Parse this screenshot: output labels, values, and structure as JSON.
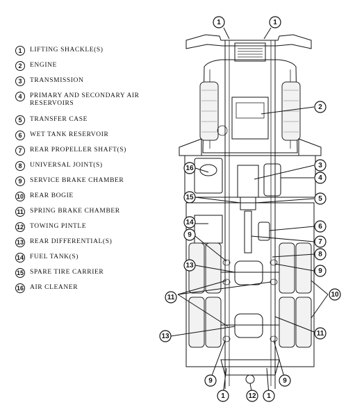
{
  "legend": [
    {
      "num": "1",
      "label": "LIFTING SHACKLE(S)"
    },
    {
      "num": "2",
      "label": "ENGINE"
    },
    {
      "num": "3",
      "label": "TRANSMISSION"
    },
    {
      "num": "4",
      "label": "PRIMARY AND SECONDARY AIR RESERVOIRS"
    },
    {
      "num": "5",
      "label": "TRANSFER CASE"
    },
    {
      "num": "6",
      "label": "WET TANK RESERVOIR"
    },
    {
      "num": "7",
      "label": "REAR PROPELLER SHAFT(S)"
    },
    {
      "num": "8",
      "label": "UNIVERSAL JOINT(S)"
    },
    {
      "num": "9",
      "label": "SERVICE BRAKE CHAMBER"
    },
    {
      "num": "10",
      "label": "REAR BOGIE"
    },
    {
      "num": "11",
      "label": "SPRING BRAKE CHAMBER"
    },
    {
      "num": "12",
      "label": "TOWING PINTLE"
    },
    {
      "num": "13",
      "label": "REAR DIFFERENTIAL(S)"
    },
    {
      "num": "14",
      "label": "FUEL TANK(S)"
    },
    {
      "num": "15",
      "label": "SPARE TIRE CARRIER"
    },
    {
      "num": "16",
      "label": "AIR CLEANER"
    }
  ],
  "callouts": [
    {
      "num": "1"
    },
    {
      "num": "1"
    },
    {
      "num": "2"
    },
    {
      "num": "3"
    },
    {
      "num": "4"
    },
    {
      "num": "5"
    },
    {
      "num": "16"
    },
    {
      "num": "15"
    },
    {
      "num": "14"
    },
    {
      "num": "6"
    },
    {
      "num": "7"
    },
    {
      "num": "9"
    },
    {
      "num": "8"
    },
    {
      "num": "13"
    },
    {
      "num": "9"
    },
    {
      "num": "10"
    },
    {
      "num": "11"
    },
    {
      "num": "11"
    },
    {
      "num": "13"
    },
    {
      "num": "9"
    },
    {
      "num": "9"
    },
    {
      "num": "1"
    },
    {
      "num": "12"
    },
    {
      "num": "1"
    }
  ]
}
